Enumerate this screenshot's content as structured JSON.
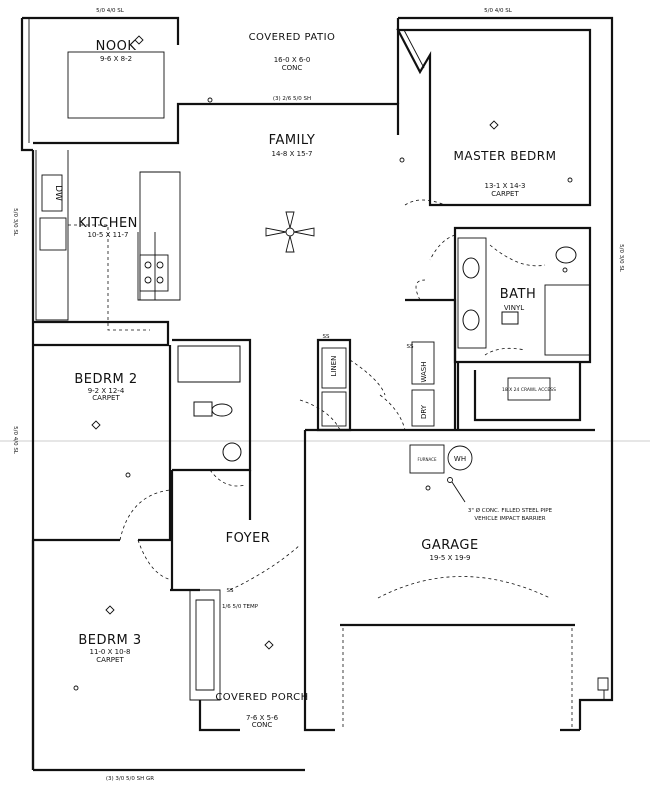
{
  "rooms": {
    "nook": {
      "name": "NOOK",
      "dim": "9-6 X 8-2"
    },
    "patio": {
      "name": "COVERED PATIO",
      "dim": "16-0 X 6-0",
      "note": "CONC"
    },
    "family": {
      "name": "FAMILY",
      "dim": "14-8 X 15-7"
    },
    "master": {
      "name": "MASTER BEDRM",
      "dim": "13-1 X 14-3",
      "note": "CARPET"
    },
    "kitchen": {
      "name": "KITCHEN",
      "dim": "10-5 X 11-7"
    },
    "bath": {
      "name": "BATH",
      "note": "VINYL"
    },
    "bedrm2": {
      "name": "BEDRM 2",
      "dim": "9-2 X 12-4",
      "note": "CARPET"
    },
    "foyer": {
      "name": "FOYER"
    },
    "garage": {
      "name": "GARAGE",
      "dim": "19-5 X 19-9"
    },
    "bedrm3": {
      "name": "BEDRM 3",
      "dim": "11-0 X 10-8",
      "note": "CARPET"
    },
    "porch": {
      "name": "COVERED PORCH",
      "dim": "7-6 X 5-6",
      "note": "CONC"
    }
  },
  "windows": {
    "nook_top": "5/0 4/0 SL",
    "master_top": "5/0 4/0 SL",
    "family_top": "(3) 2/6 5/0 SH",
    "kitchen_left": "5/0 3/0 SL",
    "bedrm2_left": "5/0 4/0 SL",
    "master_right": "5/0 3/0 SL",
    "bedrm3_bottom": "(3) 3/0 5/0 SH GR"
  },
  "labels": {
    "dw": "DW",
    "linen": "LINEN",
    "wash": "WASH",
    "dry": "DRY",
    "wh": "WH",
    "furnace": "FURNACE",
    "crawl_access": "18 X 24 CRAWL ACCESS",
    "temp_door": "1/6 5/0 TEMP",
    "barrier_line1": "3\" Ø CONC. FILLED STEEL PIPE",
    "barrier_line2": "VEHICLE IMPACT BARRIER",
    "ss1": "SS",
    "ss2": "SS",
    "ss3": "SS"
  }
}
